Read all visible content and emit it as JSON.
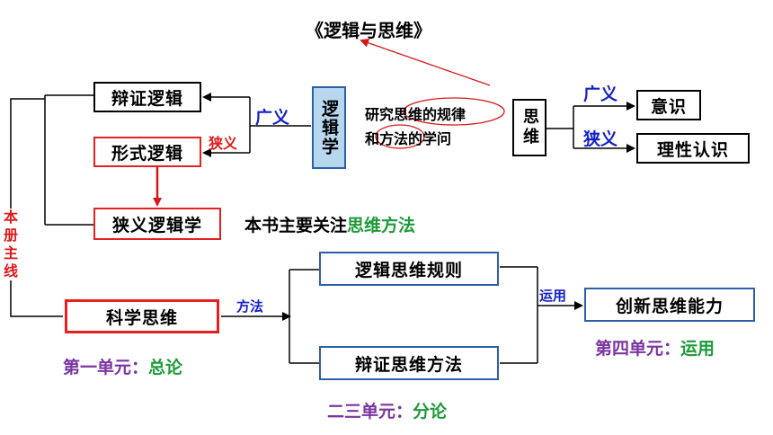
{
  "title": "《逻辑与思维》",
  "logic_box": "逻辑学",
  "definition_line1": "研究思维的规律",
  "definition_line2": "和方法的学问",
  "thinking_box": "思维",
  "broad_label_left": "广义",
  "narrow_label_left": "狭义",
  "broad_label_right": "广义",
  "narrow_label_right": "狭义",
  "dialectical_logic": "辩证逻辑",
  "formal_logic": "形式逻辑",
  "narrow_logic": "狭义逻辑学",
  "consciousness": "意识",
  "rational_cognition": "理性认识",
  "main_line": "本册主线",
  "focus_prefix": "本书主要关注",
  "focus_highlight": "思维方法",
  "scientific_thinking": "科学思维",
  "method_label": "方法",
  "logic_rules": "逻辑思维规则",
  "dialectical_methods": "辩证思维方法",
  "apply_label": "运用",
  "innovative_ability": "创新思维能力",
  "unit1_prefix": "第一单元：",
  "unit1_suffix": "总论",
  "unit23_prefix": "二三单元：",
  "unit23_suffix": "分论",
  "unit4_prefix": "第四单元：",
  "unit4_suffix": "运用",
  "colors": {
    "blue": "#1520c8",
    "red": "#e01818",
    "green": "#1f9a3a",
    "purple": "#7a35a0",
    "logic_box_fill": "#b7d7ee"
  }
}
